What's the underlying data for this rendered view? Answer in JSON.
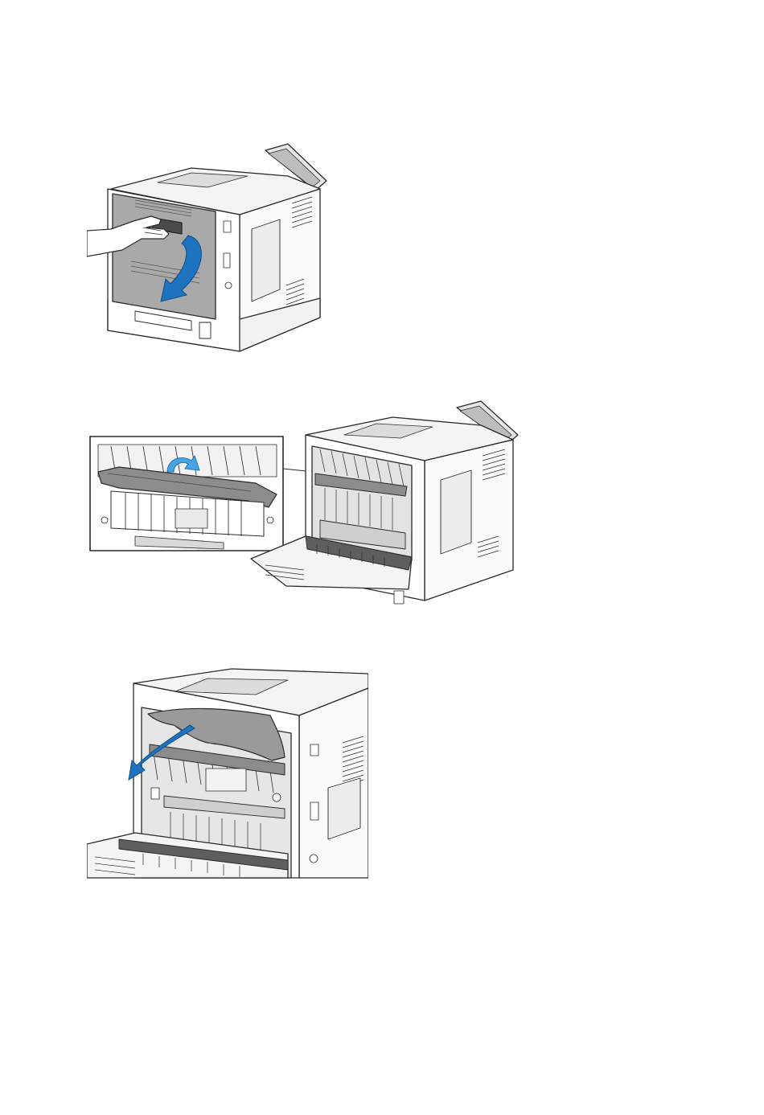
{
  "document": {
    "figures": [
      {
        "id": "fig1",
        "depicts": "rear-door-opening-icon",
        "arrow_color": "#1e73be"
      },
      {
        "id": "fig2",
        "depicts": "fuser-lever-lift-icon",
        "arrow_color": "#1e73be"
      },
      {
        "id": "fig3",
        "depicts": "jammed-paper-removal-icon",
        "arrow_color": "#1e73be"
      }
    ],
    "colors": {
      "printer_body": "#ffffff",
      "printer_outline": "#2a2a2a",
      "shade_light": "#d9d9d9",
      "shade_mid": "#a6a6a6",
      "shade_dark": "#6e6e6e",
      "arrow": "#1e73be",
      "arrow_light": "#4aa3df",
      "paper": "#9a9a9a"
    }
  }
}
